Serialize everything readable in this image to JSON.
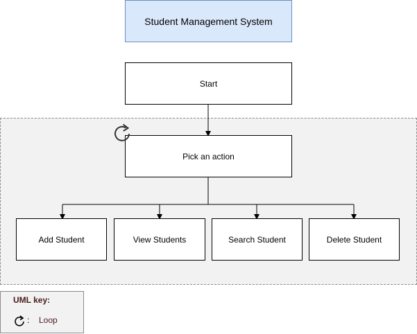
{
  "diagram": {
    "title": "Student Management System",
    "start": "Start",
    "decision": "Pick an action",
    "actions": [
      {
        "label": "Add Student"
      },
      {
        "label": "View Students"
      },
      {
        "label": "Search Student"
      },
      {
        "label": "Delete Student"
      }
    ]
  },
  "legend": {
    "title": "UML key:",
    "separator": ":",
    "items": [
      {
        "icon": "loop-icon",
        "label": "Loop"
      }
    ]
  },
  "colors": {
    "title_fill": "#dae8fc",
    "title_border": "#6c8ebf",
    "container_fill": "#f2f2f2",
    "container_border": "#8a8a8a",
    "legend_text": "#4a1a1a"
  }
}
